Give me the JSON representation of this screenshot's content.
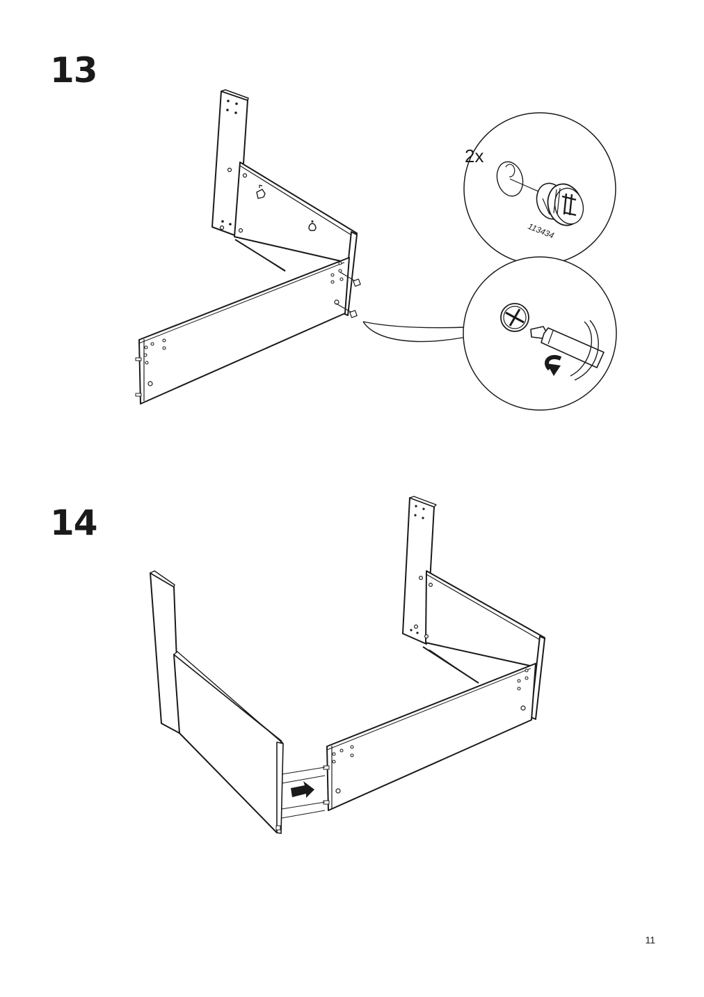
{
  "steps": [
    {
      "number": "13",
      "detail": {
        "quantity": "2x",
        "part_number": "113434",
        "tool": "flat-screwdriver",
        "rotation": "clockwise"
      }
    },
    {
      "number": "14",
      "action": "push-panel-together"
    }
  ],
  "page_number": "11"
}
